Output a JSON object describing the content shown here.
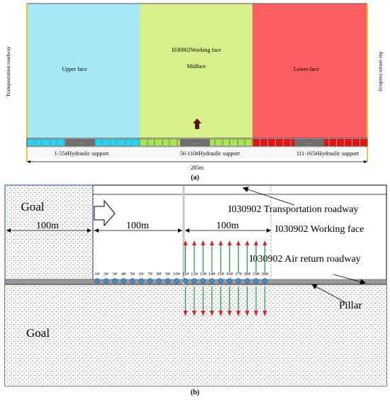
{
  "panel_a": {
    "caption": "(a)",
    "left_label": "Transportation roadway",
    "right_label": "Air return roadway",
    "upper_face": "Upper face",
    "working_face": "I030902Working face",
    "mid_face": "Midface",
    "lower_face": "Lower face",
    "support_dots": "……",
    "support_left": "1-55#Hydraulic support",
    "support_mid": "56-110#Hydraulic support",
    "support_right": "111-165#Hydraulic support",
    "length": "285m",
    "colors": {
      "upper": "#a6e8f6",
      "mid": "#d6f08a",
      "lower": "#fb5f5f",
      "upper_support": "#22d8f0",
      "mid_support": "#a9e84d",
      "lower_support": "#f00f0f"
    }
  },
  "panel_b": {
    "caption": "(b)",
    "goal_top": "Goal",
    "goal_bottom": "Goal",
    "dist_1": "100m",
    "dist_2": "100m",
    "dist_3": "100m",
    "transport_label": "I030902 Transportation roadway",
    "working_face_label": "I030902 Working face",
    "air_return_label": "I030902 Air return roadway",
    "pillar_label": "Pillar",
    "monitors": [
      "1#",
      "2#",
      "3#",
      "4#",
      "5#",
      "6#",
      "7#",
      "8#",
      "9#",
      "10#",
      "11#",
      "12#",
      "13#",
      "14#",
      "15#",
      "16#",
      "17#",
      "18#",
      "19#",
      "20#"
    ]
  }
}
